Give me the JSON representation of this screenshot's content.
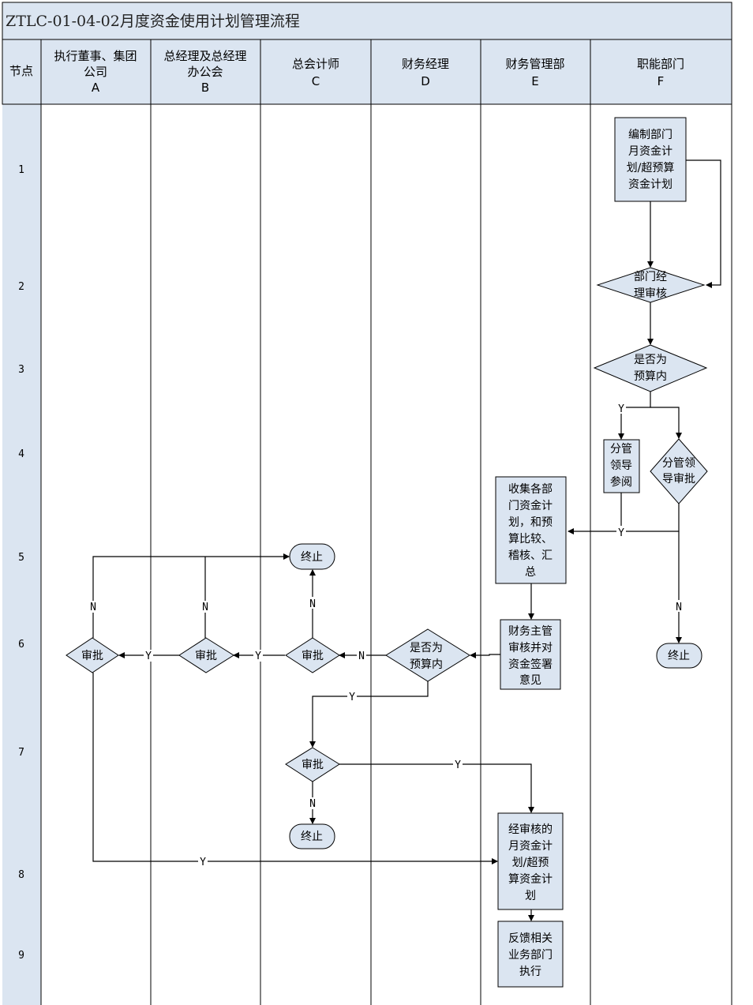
{
  "title": "ZTLC-01-04-02月度资金使用计划管理流程",
  "colors": {
    "header_bg": "#dbe5f1",
    "shape_fill": "#dbe5f1",
    "line": "#000000"
  },
  "header": {
    "node_col": "节点",
    "lanes": [
      {
        "lines": [
          "执行董事、集团",
          "公司",
          "A"
        ]
      },
      {
        "lines": [
          "总经理及总经理",
          "办公会",
          "B"
        ]
      },
      {
        "lines": [
          "总会计师",
          "C"
        ]
      },
      {
        "lines": [
          "财务经理",
          "D"
        ]
      },
      {
        "lines": [
          "财务管理部",
          "E"
        ]
      },
      {
        "lines": [
          "职能部门",
          "F"
        ]
      }
    ]
  },
  "rows": [
    "1",
    "2",
    "3",
    "4",
    "5",
    "6",
    "7",
    "8",
    "9"
  ],
  "nodes": {
    "f_prepare": [
      "编制部门",
      "月资金计",
      "划/超预算",
      "资金计划"
    ],
    "f_dept_review": [
      "部门经",
      "理审核"
    ],
    "f_in_budget": [
      "是否为",
      "预算内"
    ],
    "f_leader_read": [
      "分管",
      "领导",
      "参阅"
    ],
    "f_leader_approve": [
      "分管领",
      "导审批"
    ],
    "f_end": "终止",
    "e_collect": [
      "收集各部",
      "门资金计",
      "划，和预",
      "算比较、",
      "稽核、汇",
      "总"
    ],
    "e_supervisor": [
      "财务主管",
      "审核并对",
      "资金签署",
      "意见"
    ],
    "e_approved_plan": [
      "经审核的",
      "月资金计",
      "划/超预",
      "算资金计",
      "划"
    ],
    "e_feedback": [
      "反馈相关",
      "业务部门",
      "执行"
    ],
    "d_in_budget": [
      "是否为",
      "预算内"
    ],
    "c_approve6": "审批",
    "c_end5": "终止",
    "c_approve7": "审批",
    "c_end8": "终止",
    "b_approve": "审批",
    "a_approve": "审批"
  },
  "edge_labels": {
    "f3_y": "Y",
    "f4_y": "Y",
    "f_n": "N",
    "d_n": "N",
    "c_y": "Y",
    "b_y": "Y",
    "c_n": "N",
    "b_n": "N",
    "a_n": "N",
    "d_y": "Y",
    "c7_y": "Y",
    "c7_n": "N",
    "a_y": "Y"
  }
}
